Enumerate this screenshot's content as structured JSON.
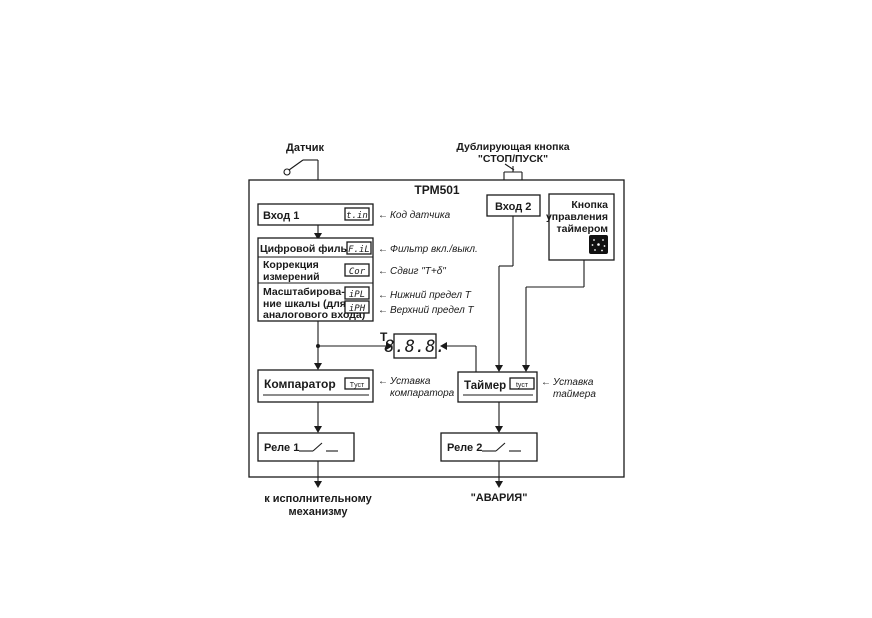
{
  "sensor_label": "Датчик",
  "duplicate_button": {
    "line1": "Дублирующая кнопка",
    "line2": "\"СТОП/ПУСК\""
  },
  "device_title": "ТРМ501",
  "input1": {
    "label": "Вход 1",
    "code": "t.in",
    "note": "Код датчика"
  },
  "input2": {
    "label": "Вход 2"
  },
  "timer_button": {
    "line1": "Кнопка",
    "line2": "управления",
    "line3": "таймером"
  },
  "filter": {
    "label": "Цифровой фильтр",
    "code": "F.iL",
    "note": "Фильтр вкл./выкл."
  },
  "correction": {
    "line1": "Коррекция",
    "line2": "измерений",
    "code": "Cor",
    "note": "Сдвиг \"T+δ\""
  },
  "scaling": {
    "line1": "Масштабирова-",
    "line2": "ние шкалы (для",
    "line3": "аналогового входа)",
    "code_low": "iPL",
    "code_high": "iPH",
    "note_low": "Нижний предел T",
    "note_high": "Верхний предел T"
  },
  "display": {
    "t_label": "T",
    "digits": "8.8.8."
  },
  "comparator": {
    "label": "Компаратор",
    "code": "Tуст",
    "note_line1": "Уставка",
    "note_line2": "компаратора"
  },
  "timer": {
    "label": "Таймер",
    "code": "tуст",
    "note_line1": "Уставка",
    "note_line2": "таймера"
  },
  "relay1": {
    "label": "Реле 1"
  },
  "relay2": {
    "label": "Реле 2"
  },
  "output1": {
    "line1": "к исполнительному",
    "line2": "механизму"
  },
  "output2": {
    "label": "\"АВАРИЯ\""
  },
  "arrow_glyph": "←"
}
